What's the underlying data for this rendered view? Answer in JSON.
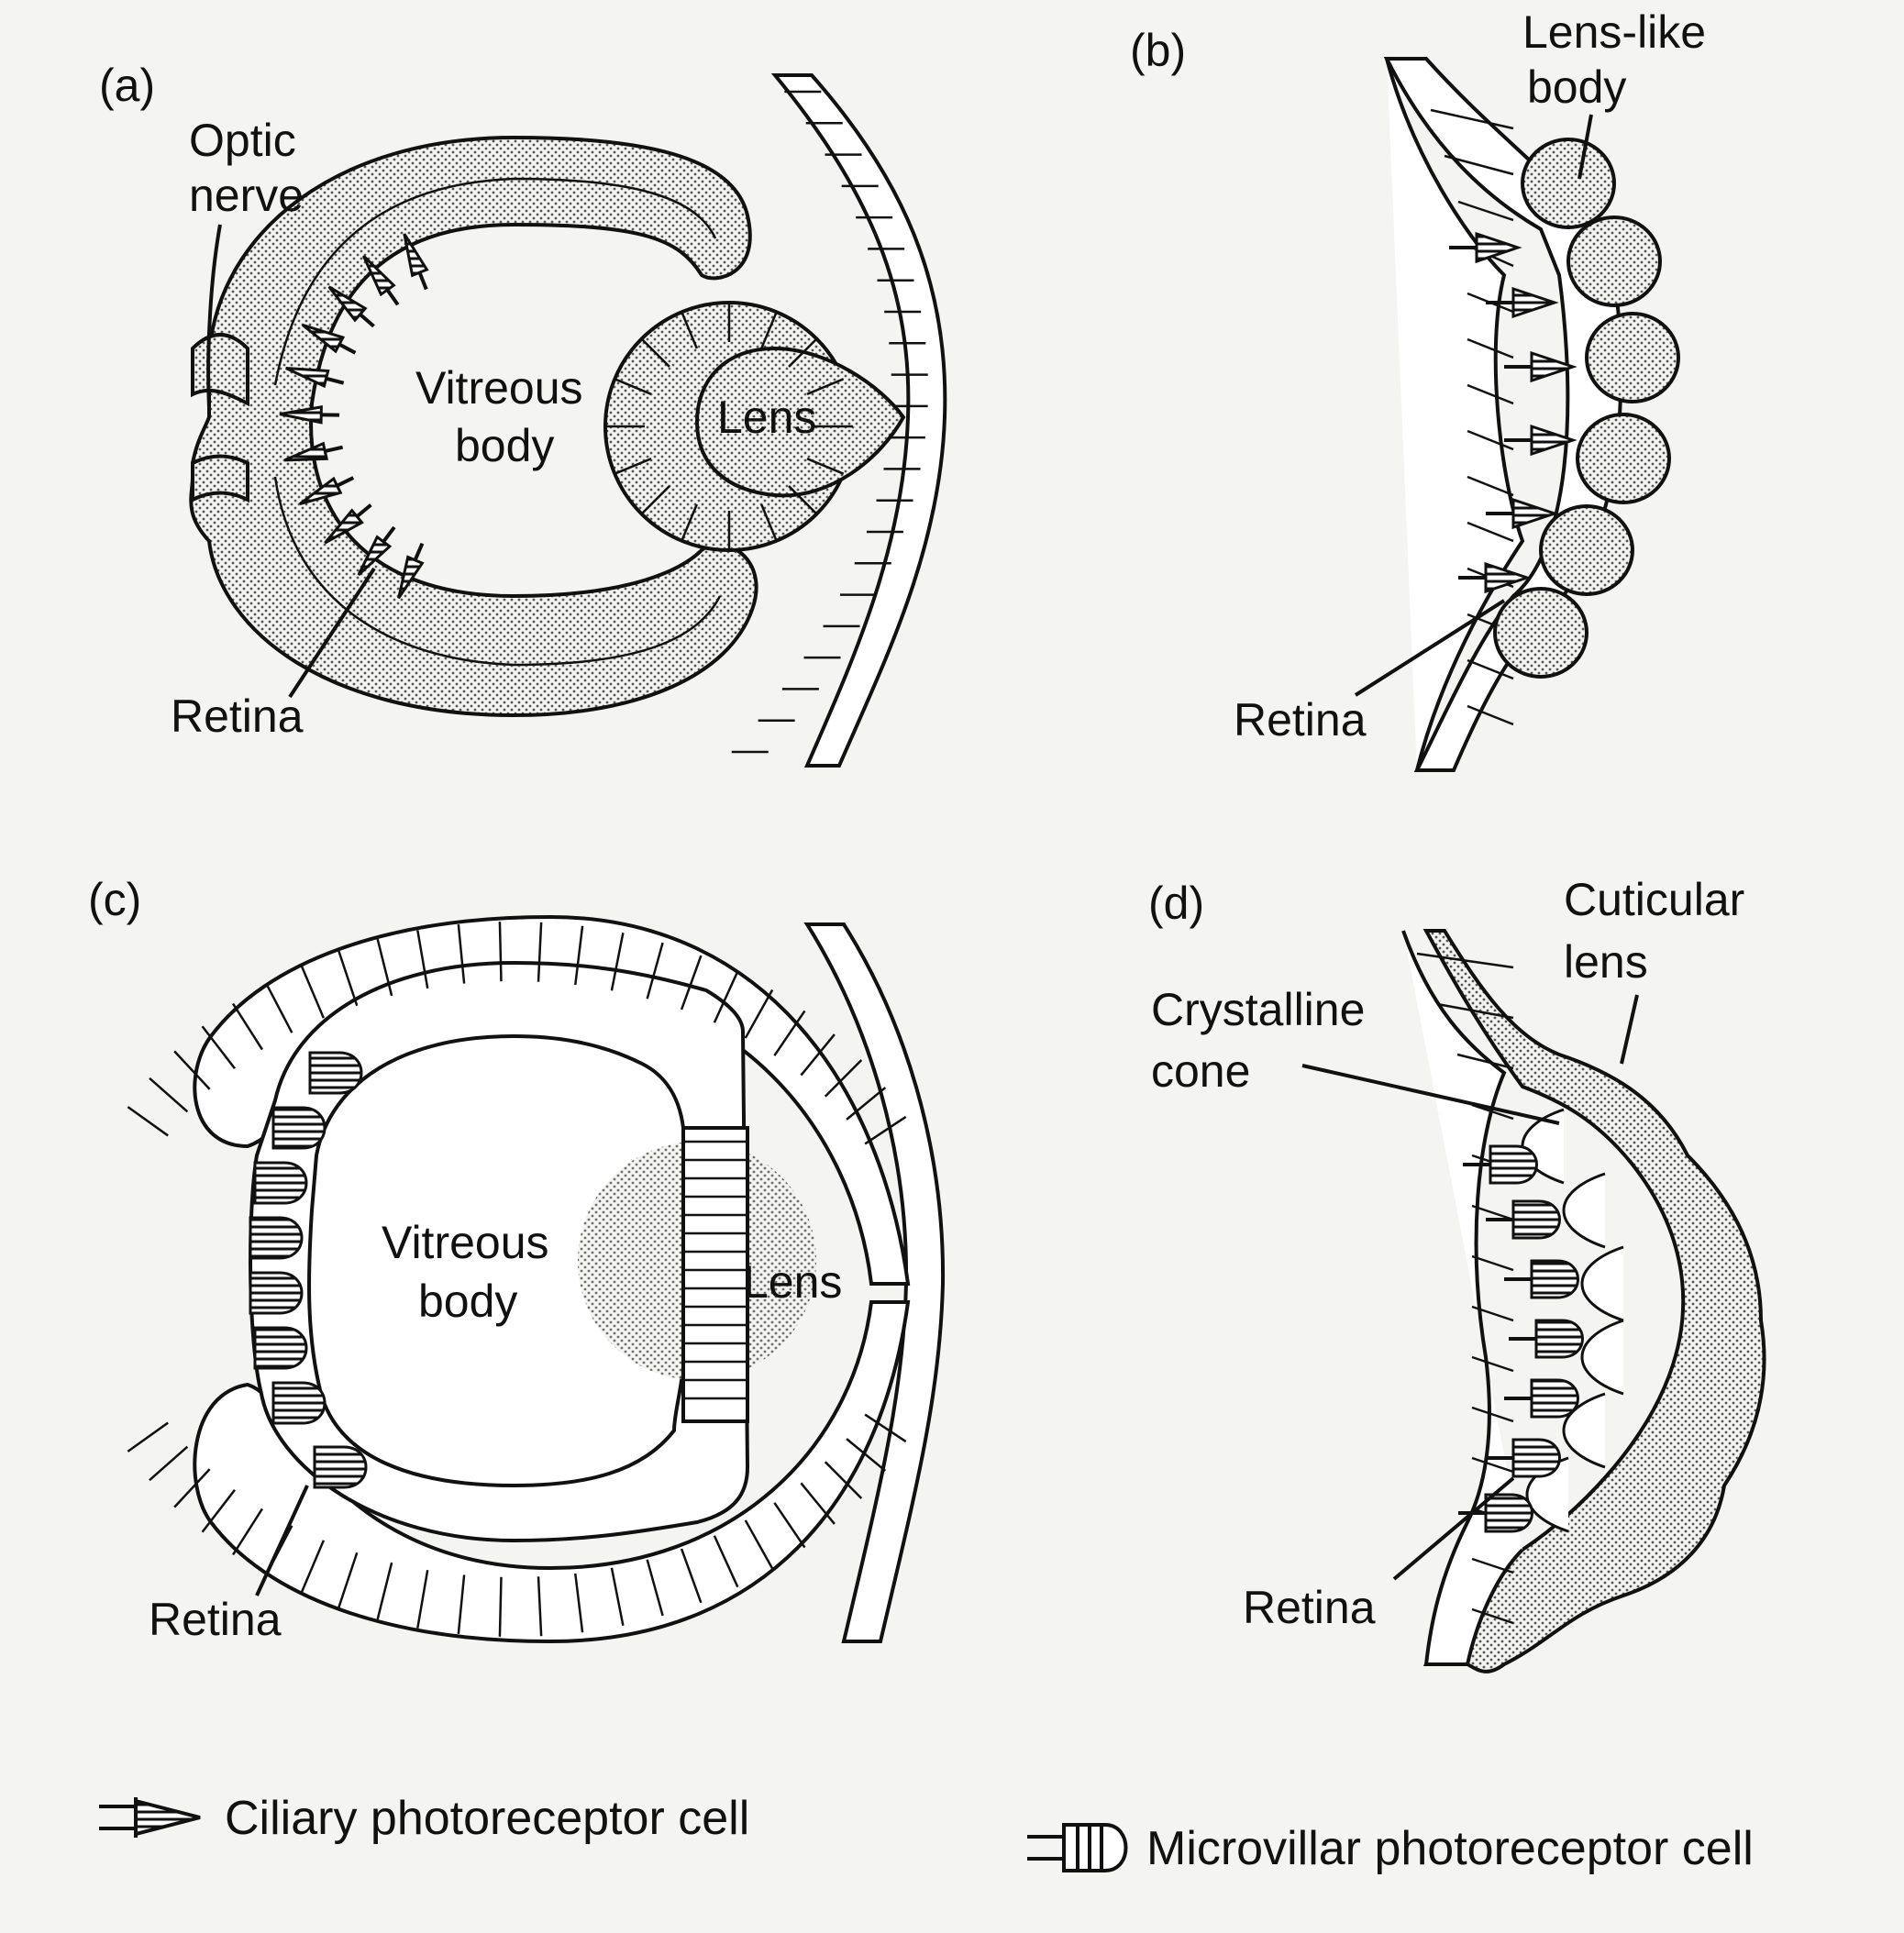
{
  "panels": {
    "a": {
      "tag": "(a)",
      "optic_nerve": [
        "Optic",
        "nerve"
      ],
      "vitreous": [
        "Vitreous",
        "body"
      ],
      "lens": "Lens",
      "retina": "Retina"
    },
    "b": {
      "tag": "(b)",
      "lens_like": [
        "Lens-like",
        "body"
      ],
      "retina": "Retina"
    },
    "c": {
      "tag": "(c)",
      "vitreous": [
        "Vitreous",
        "body"
      ],
      "lens": "Lens",
      "retina": "Retina"
    },
    "d": {
      "tag": "(d)",
      "cuticular": [
        "Cuticular",
        "lens"
      ],
      "crystalline": [
        "Crystalline",
        "cone"
      ],
      "retina": "Retina"
    }
  },
  "legend": {
    "ciliary": {
      "icon": "ciliary-photoreceptor-icon",
      "label": "Ciliary photoreceptor cell"
    },
    "microvillar": {
      "icon": "microvillar-photoreceptor-icon",
      "label": "Microvillar photoreceptor cell"
    }
  }
}
